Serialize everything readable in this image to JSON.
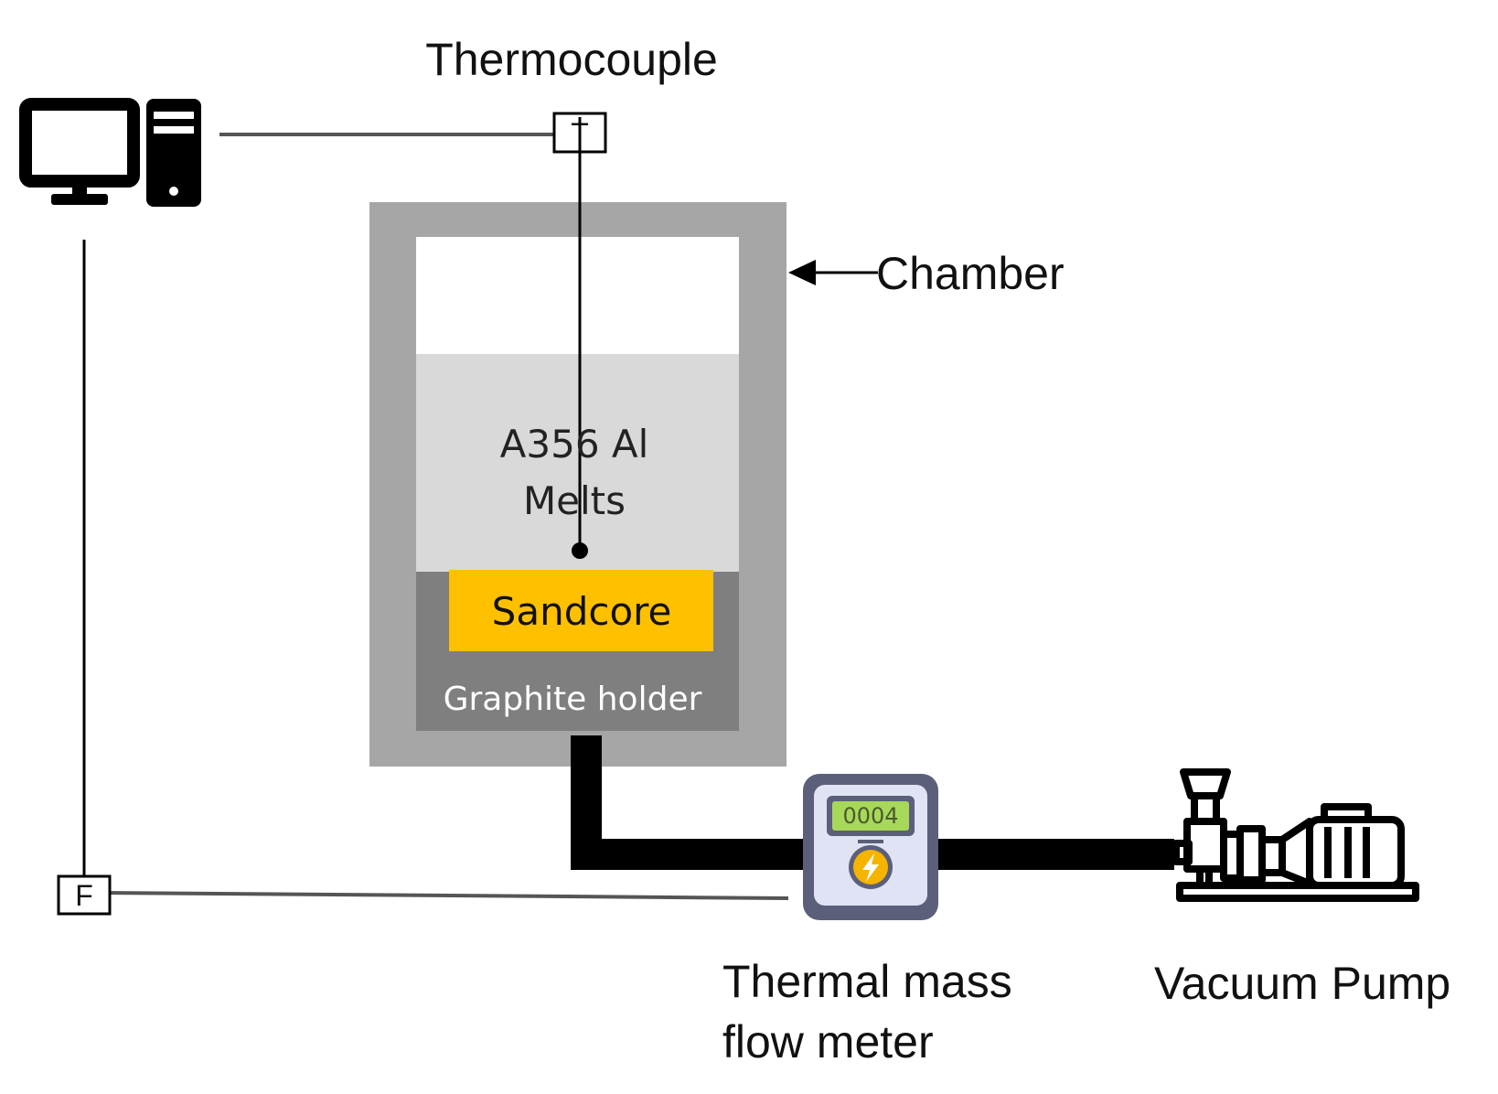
{
  "labels": {
    "thermocouple": "Thermocouple",
    "chamber": "Chamber",
    "melt_line1": "A356 Al",
    "melt_line2": "Melts",
    "sandcore": "Sandcore",
    "graphite_holder": "Graphite holder",
    "flow_meter_line1": "Thermal mass",
    "flow_meter_line2": "flow meter",
    "vacuum_pump": "Vacuum Pump",
    "t_sensor": "T",
    "f_sensor": "F",
    "meter_display": "0004"
  },
  "icons": {
    "computer": "computer-icon",
    "flow_meter": "flow-meter-icon",
    "vacuum_pump": "vacuum-pump-icon"
  },
  "colors": {
    "chamber_wall": "#a6a6a6",
    "melt": "#d9d9d9",
    "graphite": "#7f7f7f",
    "sandcore": "#ffc000",
    "meter_body": "#5b5f7a",
    "meter_face": "#dfe3f3",
    "meter_screen": "#a8d85a",
    "meter_button": "#f4b400"
  }
}
